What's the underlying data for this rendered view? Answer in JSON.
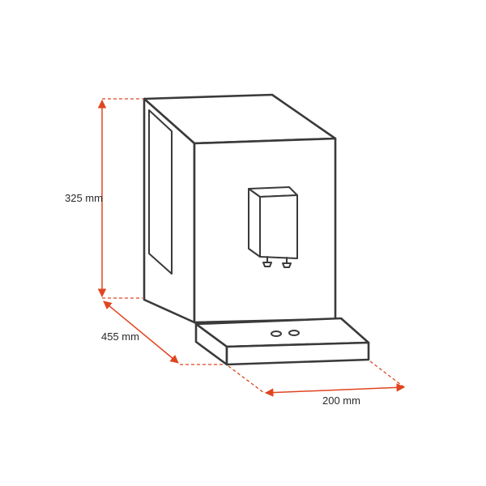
{
  "dimensions": {
    "height_label": "325 mm",
    "depth_label": "455 mm",
    "width_label": "200 mm"
  },
  "colors": {
    "outline": "#3a3a3a",
    "dimension": "#e0451f",
    "text": "#2a2a2a",
    "background": "#ffffff"
  }
}
